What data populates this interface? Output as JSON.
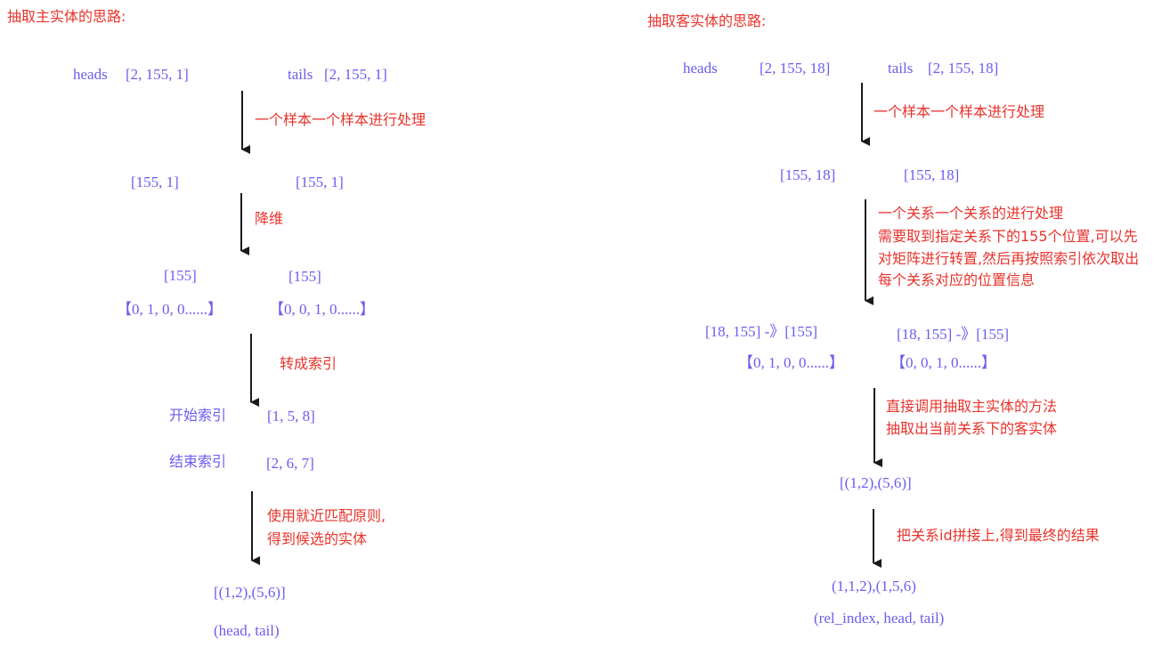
{
  "left": {
    "title": "抽取主实体的思路:",
    "heads_label": "heads",
    "heads_shape": "[2, 155, 1]",
    "tails_label": "tails",
    "tails_shape": "[2, 155, 1]",
    "step1": "一个样本一个样本进行处理",
    "shape_155_1_a": "[155, 1]",
    "shape_155_1_b": "[155, 1]",
    "step2": "降维",
    "shape_155_a": "[155]",
    "shape_155_b": "[155]",
    "vec_a": "【0, 1, 0, 0......】",
    "vec_b": "【0, 0, 1, 0......】",
    "step3": "转成索引",
    "start_label": "开始索引",
    "start_value": "[1, 5, 8]",
    "end_label": "结束索引",
    "end_value": "[2, 6, 7]",
    "step4_line1": "使用就近匹配原则,",
    "step4_line2": "得到候选的实体",
    "result": "[(1,2),(5,6)]",
    "result_format": "(head, tail)"
  },
  "right": {
    "title": "抽取客实体的思路:",
    "heads_label": "heads",
    "heads_shape": "[2, 155, 18]",
    "tails_label": "tails",
    "tails_shape": "[2, 155, 18]",
    "step1": "一个样本一个样本进行处理",
    "shape_155_18_a": "[155, 18]",
    "shape_155_18_b": "[155, 18]",
    "step2_line1": "一个关系一个关系的进行处理",
    "step2_line2": "需要取到指定关系下的155个位置,可以先",
    "step2_line3": "对矩阵进行转置,然后再按照索引依次取出",
    "step2_line4": "每个关系对应的位置信息",
    "transpose_a": "[18, 155] -》[155]",
    "transpose_b": "[18, 155] -》[155]",
    "vec_a": "【0, 1, 0, 0......】",
    "vec_b": "【0, 0, 1, 0......】",
    "step3_line1": "直接调用抽取主实体的方法",
    "step3_line2": "抽取出当前关系下的客实体",
    "pairs": "[(1,2),(5,6)]",
    "step4": "把关系id拼接上,得到最终的结果",
    "result": "(1,1,2),(1,5,6)",
    "result_format": "(rel_index, head, tail)"
  },
  "colors": {
    "annotation": "#e8322b",
    "data": "#6b5cf0",
    "arrow": "#1a1a1a"
  }
}
